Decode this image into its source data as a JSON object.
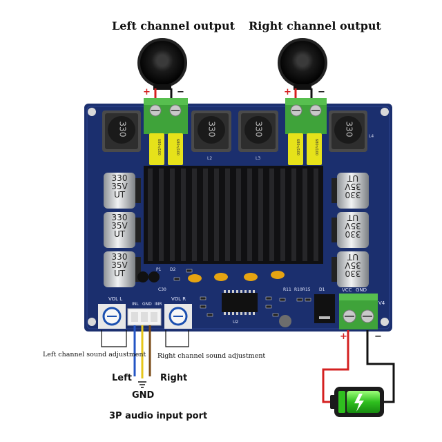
{
  "labels": {
    "left_output": "Left channel output",
    "right_output": "Right channel output",
    "left_adjust": "Left channel sound adjustment",
    "right_adjust": "Right channel sound adjustment",
    "left": "Left",
    "right": "Right",
    "gnd": "GND",
    "input_port": "3P audio input port",
    "plus": "+",
    "minus": "−"
  },
  "board": {
    "inductors": [
      "330",
      "330",
      "330",
      "330"
    ],
    "inductor_refs": [
      "L2",
      "L3",
      "L4"
    ],
    "caps_left": [
      [
        "330",
        "35V",
        "UT"
      ],
      [
        "330",
        "35V",
        "UT"
      ],
      [
        "330",
        "35V",
        "UT"
      ]
    ],
    "caps_right": [
      [
        "330",
        "35V",
        "UT"
      ],
      [
        "330",
        "35V",
        "UT"
      ],
      [
        "330",
        "35V",
        "UT"
      ]
    ],
    "silk": {
      "vol_l": "VOL L",
      "vol_r": "VOL R",
      "inl": "INL",
      "gnd": "GND",
      "inr": "INR",
      "vcc": "VCC",
      "gnd2": "GND",
      "v4": "V4",
      "chip": "U2",
      "d1": "D1",
      "r11": "R11",
      "r10": "R10R15",
      "c30": "C30",
      "d2": "D2",
      "p1": "P1"
    },
    "film_caps": [
      "680n/100",
      "680n/100",
      "680n/100",
      "680n/100"
    ]
  },
  "colors": {
    "board": "#1b2f6e",
    "heatsink": "#101012",
    "terminal_green": "#3fa33a",
    "film_cap": "#e6e21a",
    "wire_red": "#d42020",
    "wire_black": "#111111",
    "wire_blue": "#2355c4",
    "wire_brown": "#7a4a16",
    "wire_yellow": "#e6c619",
    "battery_green": "#3ccf2a"
  }
}
